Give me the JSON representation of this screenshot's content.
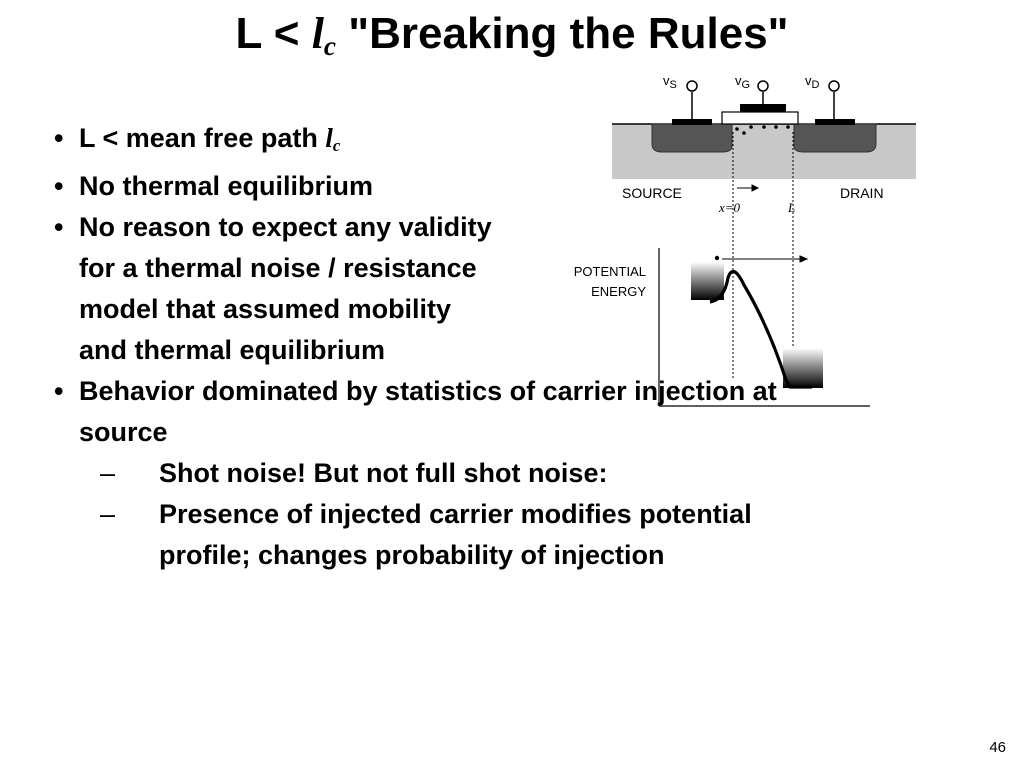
{
  "slide": {
    "title_prefix": "L <",
    "title_italic": "l",
    "title_sub": "c",
    "title_suffix": " \"Breaking the Rules\"",
    "page_number": "46"
  },
  "bullets": {
    "b1_text": "L < mean free path ",
    "b1_italic": "l",
    "b1_sub": "c",
    "b2": "No thermal equilibrium",
    "b3": "No reason to expect any validity for a thermal noise / resistance model that assumed mobility and thermal equilibrium",
    "b4": "Behavior dominated by statistics of carrier injection at source",
    "sub1": "Shot noise!  But not full shot noise:",
    "sub2": "Presence of injected carrier modifies potential profile; changes probability of injection",
    "dash": "–"
  },
  "figure": {
    "vs_v": "v",
    "vs_s": "S",
    "vg_v": "v",
    "vg_s": "G",
    "vd_v": "v",
    "vd_s": "D",
    "source_label": "SOURCE",
    "drain_label": "DRAIN",
    "x0_label": "x=0",
    "L_label": "L",
    "pe_line1": "POTENTIAL",
    "pe_line2": "ENERGY"
  }
}
